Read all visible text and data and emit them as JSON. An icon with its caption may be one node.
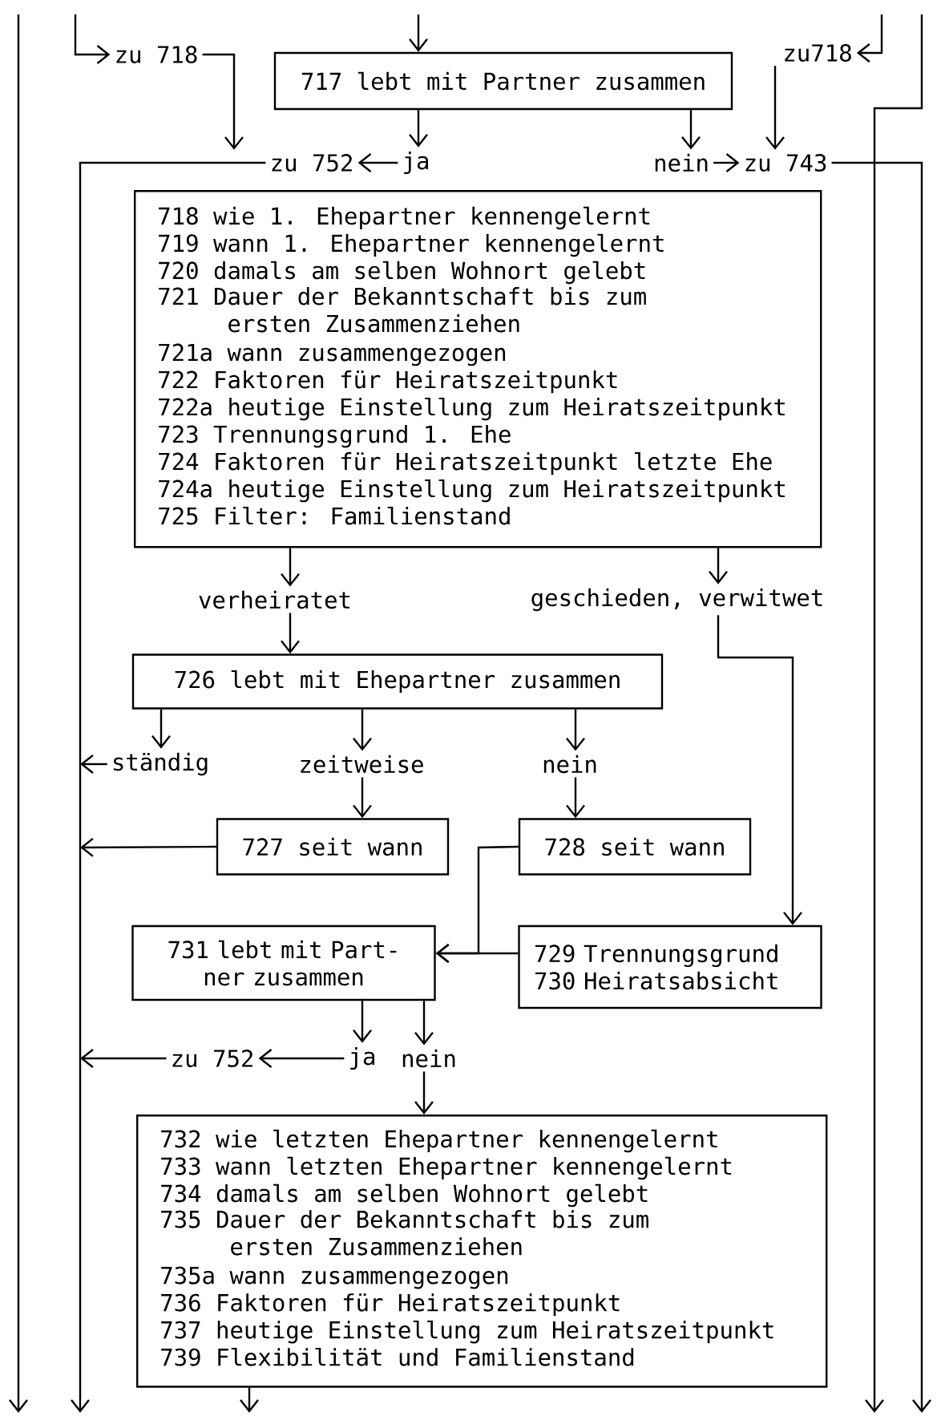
{
  "diagram": {
    "nodes": [
      {
        "text": [
          "717 lebt mit Partner zusammen"
        ]
      },
      {
        "text": [
          "zu 718"
        ]
      },
      {
        "text": [
          "zu718"
        ]
      },
      {
        "text": [
          "zu 752"
        ]
      },
      {
        "text": [
          "ja"
        ]
      },
      {
        "text": [
          "nein"
        ]
      },
      {
        "text": [
          "zu 743"
        ]
      },
      {
        "text": [
          "718 wie 1. Ehepartner kennengelernt",
          "719 wann 1. Ehepartner kennengelernt",
          "720 damals am selben Wohnort gelebt",
          "721 Dauer der Bekanntschaft bis zum ersten Zusammenziehen",
          "721a wann zusammengezogen",
          "722 Faktoren für Heiratszeitpunkt",
          "722a heutige Einstellung zum Heiratszeitpunkt",
          "723 Trennungsgrund 1. Ehe",
          "724 Faktoren für Heiratszeitpunkt letzte Ehe",
          "724a heutige Einstellung zum Heiratszeitpunkt",
          "725 Filter: Familienstand"
        ]
      },
      {
        "text": [
          "verheiratet"
        ]
      },
      {
        "text": [
          "geschieden, verwitwet"
        ]
      },
      {
        "text": [
          "726 lebt mit Ehepartner zusammen"
        ]
      },
      {
        "text": [
          "ständig"
        ]
      },
      {
        "text": [
          "zeitweise"
        ]
      },
      {
        "text": [
          "nein"
        ]
      },
      {
        "text": [
          "727 seit wann"
        ]
      },
      {
        "text": [
          "728 seit wann"
        ]
      },
      {
        "text": [
          "731 lebt mit Part-ner zusammen"
        ]
      },
      {
        "text": [
          "729 Trennungsgrund",
          "730 Heiratsabsicht"
        ]
      },
      {
        "text": [
          "zu 752"
        ]
      },
      {
        "text": [
          "ja"
        ]
      },
      {
        "text": [
          "nein"
        ]
      },
      {
        "text": [
          "732 wie letzten Ehepartner kennengelernt",
          "733 wann letzten Ehepartner kennengelernt",
          "734 damals am selben Wohnort gelebt",
          "735 Dauer der Bekanntschaft bis zum ersten Zusammenziehen",
          "735a wann zusammengezogen",
          "736 Faktoren für Heiratszeitpunkt",
          "737 heutige Einstellung zum Heiratszeitpunkt",
          "739 Flexibilität und Familienstand"
        ]
      }
    ],
    "edges": [
      {
        "from": null,
        "to": 0,
        "arrow": "to"
      },
      {
        "from": null,
        "to": 1,
        "arrow": "to"
      },
      {
        "from": null,
        "to": 2,
        "arrow": "to"
      },
      {
        "from": 1,
        "to": 3,
        "arrow": "to"
      },
      {
        "from": 2,
        "to": 6,
        "arrow": "to"
      },
      {
        "from": 0,
        "to": 4,
        "arrow": "to"
      },
      {
        "from": 0,
        "to": 5,
        "arrow": "to"
      },
      {
        "from": 4,
        "to": 3,
        "arrow": "to"
      },
      {
        "from": 5,
        "to": 6,
        "arrow": "to"
      },
      {
        "from": 3,
        "to": null,
        "arrow": "to"
      },
      {
        "from": 6,
        "to": null,
        "arrow": "to"
      },
      {
        "from": 7,
        "to": 8,
        "arrow": "to"
      },
      {
        "from": 7,
        "to": 9,
        "arrow": "to"
      },
      {
        "from": 8,
        "to": 10,
        "arrow": "to"
      },
      {
        "from": 9,
        "to": 17,
        "arrow": "to"
      },
      {
        "from": 10,
        "to": 11,
        "arrow": "to"
      },
      {
        "from": 10,
        "to": 12,
        "arrow": "to"
      },
      {
        "from": 10,
        "to": 13,
        "arrow": "to"
      },
      {
        "from": 11,
        "to": null,
        "arrow": "to"
      },
      {
        "from": 12,
        "to": 14,
        "arrow": "to"
      },
      {
        "from": 13,
        "to": 15,
        "arrow": "to"
      },
      {
        "from": 14,
        "to": null,
        "arrow": "to"
      },
      {
        "from": 15,
        "to": 16,
        "arrow": "to"
      },
      {
        "from": 17,
        "to": 16,
        "arrow": "to"
      },
      {
        "from": 16,
        "to": 19,
        "arrow": "to"
      },
      {
        "from": 16,
        "to": 20,
        "arrow": "to"
      },
      {
        "from": 19,
        "to": 18,
        "arrow": "to"
      },
      {
        "from": 18,
        "to": null,
        "arrow": "to"
      },
      {
        "from": 20,
        "to": 21,
        "arrow": "to"
      },
      {
        "from": 21,
        "to": null,
        "arrow": "to"
      }
    ]
  }
}
